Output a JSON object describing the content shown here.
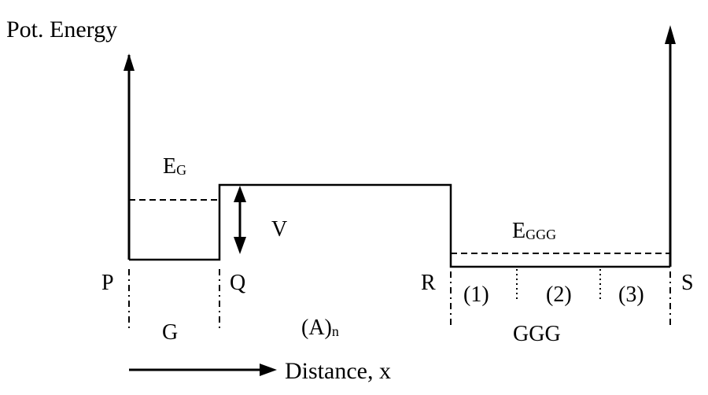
{
  "axis": {
    "y_label": "Pot. Energy",
    "x_label": "Distance, x"
  },
  "levels": {
    "g_energy": {
      "main": "E",
      "sub": "G"
    },
    "ggg_energy": {
      "main": "E",
      "sub": "GGG"
    },
    "barrier": "V"
  },
  "points": {
    "p": "P",
    "q": "Q",
    "r": "R",
    "s": "S"
  },
  "regions": {
    "g": "G",
    "a": {
      "main": "(A)",
      "sub": "n"
    },
    "ggg": "GGG",
    "ggg_sites": [
      "(1)",
      "(2)",
      "(3)"
    ]
  },
  "colors": {
    "ink": "#000000",
    "background": "#ffffff"
  }
}
